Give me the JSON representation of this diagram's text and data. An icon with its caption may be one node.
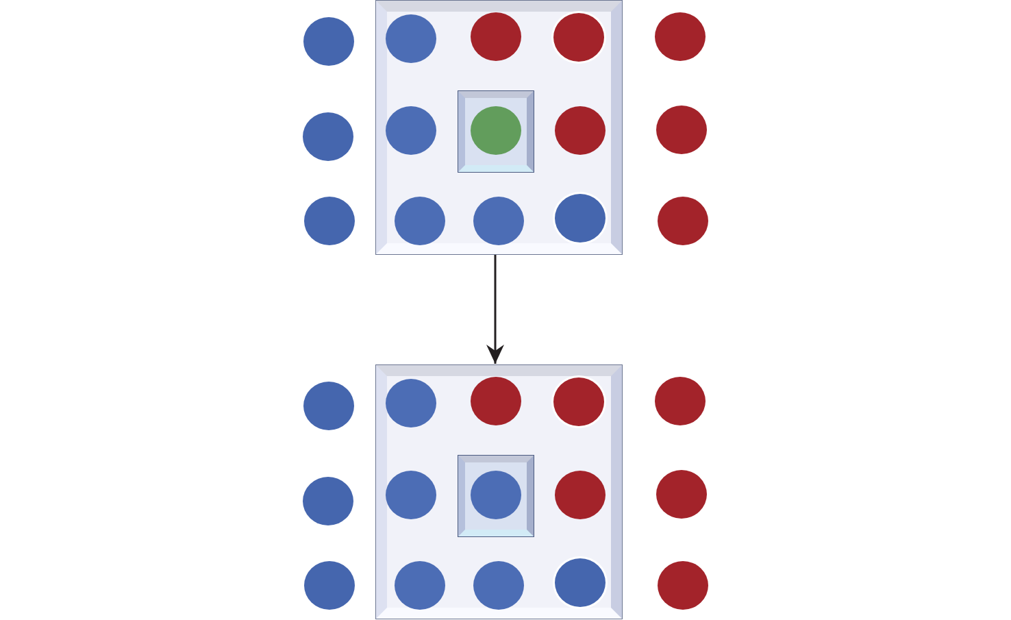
{
  "diagram": {
    "nodes": [
      {
        "text": [],
        "shape": "box"
      },
      {
        "text": [],
        "shape": "box",
        "in": 0
      },
      {
        "text": [],
        "shape": "circle"
      },
      {
        "text": [],
        "shape": "circle",
        "in": 0
      },
      {
        "text": [],
        "shape": "circle",
        "in": 0
      },
      {
        "text": [],
        "shape": "circle",
        "in": 0
      },
      {
        "text": [],
        "shape": "circle"
      },
      {
        "text": [],
        "shape": "circle"
      },
      {
        "text": [],
        "shape": "circle",
        "in": 0
      },
      {
        "text": [],
        "shape": "circle",
        "in": 1
      },
      {
        "text": [],
        "shape": "circle",
        "in": 0
      },
      {
        "text": [],
        "shape": "circle"
      },
      {
        "text": [],
        "shape": "circle"
      },
      {
        "text": [],
        "shape": "circle",
        "in": 0
      },
      {
        "text": [],
        "shape": "circle",
        "in": 0
      },
      {
        "text": [],
        "shape": "circle",
        "in": 0
      },
      {
        "text": [],
        "shape": "circle"
      },
      {
        "text": [],
        "shape": "box"
      },
      {
        "text": [],
        "shape": "box",
        "in": 17
      },
      {
        "text": [],
        "shape": "circle"
      },
      {
        "text": [],
        "shape": "circle",
        "in": 17
      },
      {
        "text": [],
        "shape": "circle",
        "in": 17
      },
      {
        "text": [],
        "shape": "circle",
        "in": 17
      },
      {
        "text": [],
        "shape": "circle"
      },
      {
        "text": [],
        "shape": "circle"
      },
      {
        "text": [],
        "shape": "circle",
        "in": 17
      },
      {
        "text": [],
        "shape": "circle",
        "in": 18
      },
      {
        "text": [],
        "shape": "circle",
        "in": 17
      },
      {
        "text": [],
        "shape": "circle"
      },
      {
        "text": [],
        "shape": "circle"
      },
      {
        "text": [],
        "shape": "circle",
        "in": 17
      },
      {
        "text": [],
        "shape": "circle",
        "in": 17
      },
      {
        "text": [],
        "shape": "circle",
        "in": 17
      },
      {
        "text": [],
        "shape": "circle"
      }
    ],
    "edges": [
      {
        "from": 0,
        "to": 17,
        "arrow": "to"
      }
    ]
  }
}
